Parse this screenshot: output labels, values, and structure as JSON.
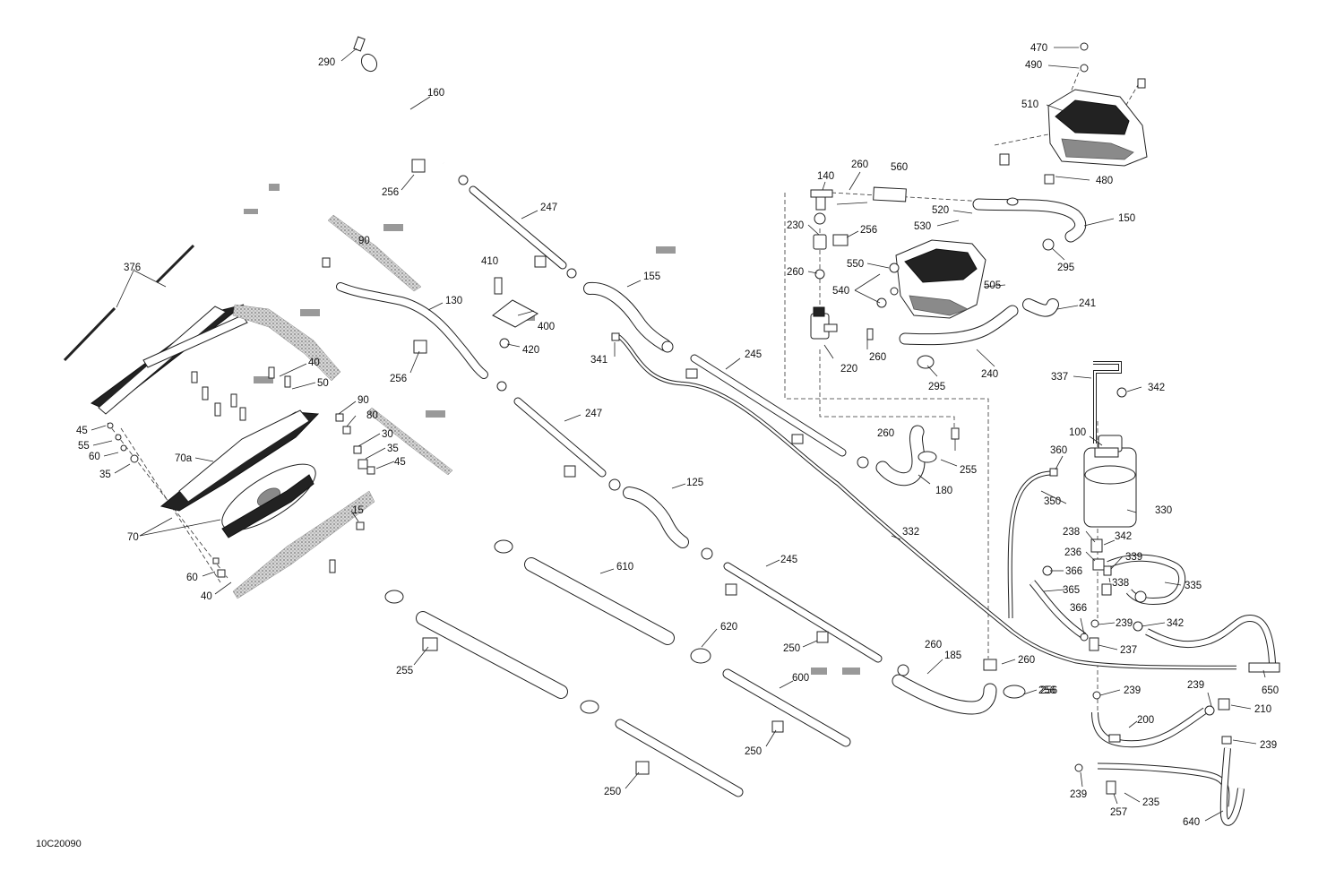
{
  "diagram": {
    "doc_id": "10C20090",
    "labels": [
      "290",
      "160",
      "256",
      "247",
      "410",
      "400",
      "420",
      "155",
      "341",
      "245",
      "130",
      "256",
      "247",
      "125",
      "245",
      "332",
      "610",
      "620",
      "255",
      "250",
      "250",
      "600",
      "250",
      "185",
      "260",
      "256",
      "376",
      "45",
      "55",
      "60",
      "35",
      "70a",
      "70",
      "60",
      "40",
      "50",
      "90",
      "80",
      "30",
      "35",
      "45",
      "40",
      "90",
      "15",
      "140",
      "260",
      "560",
      "230",
      "256",
      "260",
      "540",
      "550",
      "530",
      "520",
      "220",
      "260",
      "505",
      "260",
      "255",
      "180",
      "240",
      "295",
      "241",
      "150",
      "295",
      "470",
      "490",
      "510",
      "480",
      "337",
      "342",
      "100",
      "360",
      "350",
      "330",
      "238",
      "342",
      "236",
      "339",
      "366",
      "338",
      "335",
      "365",
      "366",
      "342",
      "239",
      "237",
      "260",
      "256",
      "239",
      "200",
      "239",
      "210",
      "650",
      "239",
      "239",
      "235",
      "257",
      "640"
    ]
  }
}
